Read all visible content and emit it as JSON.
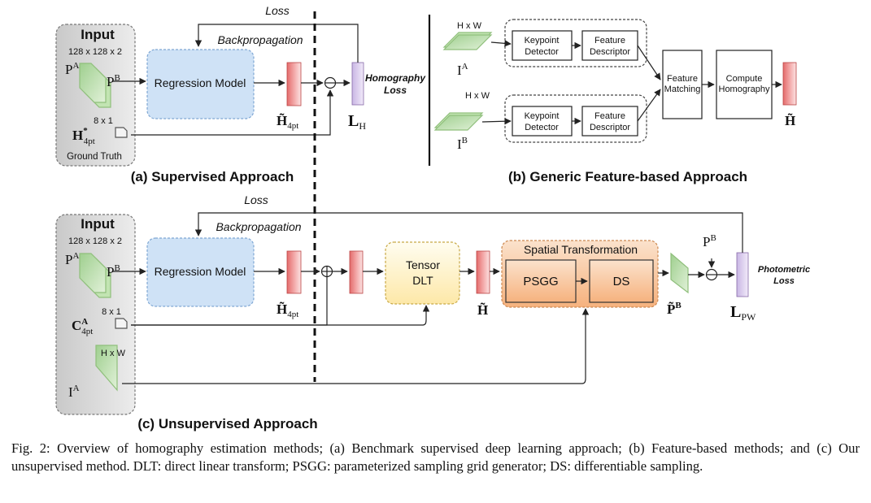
{
  "panel_a": {
    "title": "(a) Supervised Approach",
    "input_title": "Input",
    "patch_dims": "128 x 128 x 2",
    "pa": "P",
    "pa_sup": "A",
    "pb": "P",
    "pb_sup": "B",
    "h_star": "H",
    "h_star_sup": "*",
    "h_star_sub": "4pt",
    "h_dims": "8 x 1",
    "ground_truth": "Ground Truth",
    "loss": "Loss",
    "backprop": "Backpropagation",
    "regression": "Regression Model",
    "h_tilde": "H̃",
    "h_tilde_sub": "4pt",
    "lh": "L",
    "lh_sub": "H",
    "homography_loss_1": "Homography",
    "homography_loss_2": "Loss"
  },
  "panel_b": {
    "title": "(b) Generic Feature-based Approach",
    "hw1": "H x W",
    "hw2": "H x W",
    "ia": "I",
    "ia_sup": "A",
    "ib": "I",
    "ib_sup": "B",
    "kp1": "Keypoint",
    "kp2": "Detector",
    "fd1": "Feature",
    "fd2": "Descriptor",
    "fm1": "Feature",
    "fm2": "Matching",
    "ch1": "Compute",
    "ch2": "Homography",
    "h_tilde": "H̃"
  },
  "panel_c": {
    "title": "(c) Unsupervised Approach",
    "input_title": "Input",
    "patch_dims": "128 x 128 x 2",
    "pa": "P",
    "pa_sup": "A",
    "pb": "P",
    "pb_sup": "B",
    "c": "C",
    "c_sup": "A",
    "c_sub": "4pt",
    "c_dims": "8 x 1",
    "hw": "H x W",
    "ia": "I",
    "ia_sup": "A",
    "loss": "Loss",
    "backprop": "Backpropagation",
    "regression": "Regression Model",
    "h_tilde4": "H̃",
    "h_tilde4_sub": "4pt",
    "tensor1": "Tensor",
    "tensor2": "DLT",
    "h_tilde": "H̃",
    "spatial": "Spatial Transformation",
    "psgg": "PSGG",
    "ds": "DS",
    "pb_tilde": "P̃",
    "pb_tilde_sup": "B",
    "pb_in": "P",
    "pb_in_sup": "B",
    "lpw": "L",
    "lpw_sub": "PW",
    "photometric_1": "Photometric",
    "photometric_2": "Loss"
  },
  "caption": "Fig. 2: Overview of homography estimation methods; (a) Benchmark supervised deep learning approach; (b) Feature-based methods; and (c) Our unsupervised method. DLT: direct linear transform; PSGG: parameterized sampling grid generator; DS: differentiable sampling."
}
